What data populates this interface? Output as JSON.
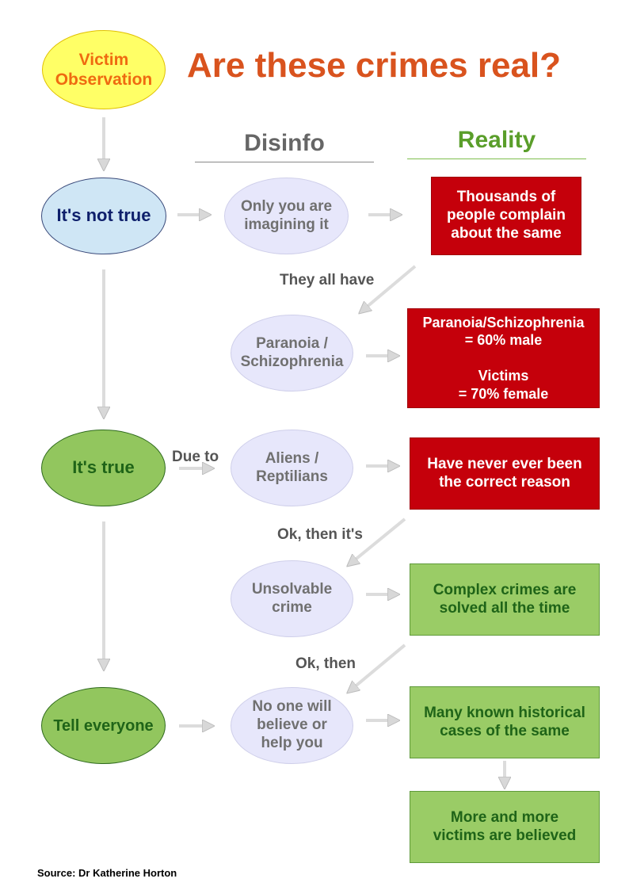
{
  "title": "Are these crimes real?",
  "columns": {
    "disinfo": "Disinfo",
    "reality": "Reality"
  },
  "victim_nodes": {
    "observation": "Victim\nObservation",
    "not_true": "It's not true",
    "true": "It's true",
    "tell": "Tell everyone"
  },
  "disinfo_nodes": {
    "imagining": "Only you are\nimagining it",
    "paranoia": "Paranoia /\nSchizophrenia",
    "aliens": "Aliens /\nReptilians",
    "unsolvable": "Unsolvable\ncrime",
    "no_one": "No one will\nbelieve or\nhelp you"
  },
  "reality_nodes": {
    "thousands": "Thousands of\npeople complain\nabout the same",
    "stats": "Paranoia/Schizophrenia\n= 60% male\n\nVictims\n= 70% female",
    "never": "Have never ever been\nthe correct reason",
    "complex": "Complex crimes are\nsolved all the time",
    "historical": "Many known historical\ncases of the same",
    "believed": "More and more\nvictims are believed"
  },
  "connector_labels": {
    "they_all_have": "They all have",
    "due_to": "Due to",
    "ok_then_its": "Ok, then it's",
    "ok_then": "Ok, then"
  },
  "source": "Source: Dr Katherine Horton",
  "colors": {
    "title": "#d9531e",
    "disinfo_heading": "#666666",
    "reality_heading": "#5a9e2a",
    "observation_fill": "#ffff66",
    "observation_text": "#ef6a10",
    "not_true_fill": "#cfe6f5",
    "not_true_text": "#0e1f6b",
    "true_fill": "#92c65e",
    "true_text": "#1f6418",
    "disinfo_fill": "#e7e7fb",
    "disinfo_text": "#707070",
    "red_box": "#c5000b",
    "green_box": "#9acc66",
    "green_text": "#1f6418",
    "arrow": "#d8d8d8"
  }
}
